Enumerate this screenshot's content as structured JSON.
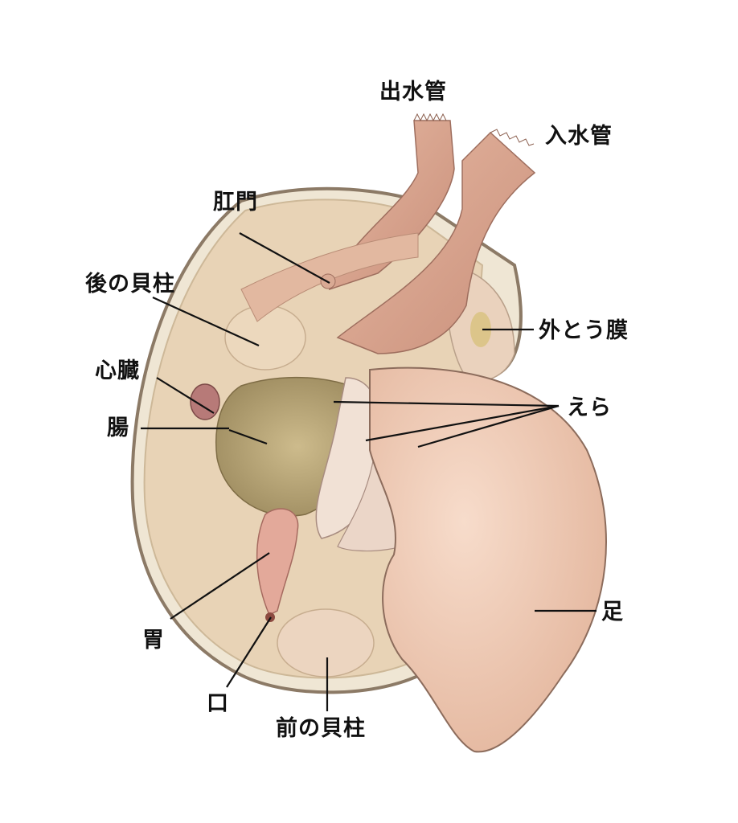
{
  "diagram": {
    "subject": "bivalve clam internal anatomy",
    "labels": {
      "excurrent_siphon": "出水管",
      "incurrent_siphon": "入水管",
      "anus": "肛門",
      "posterior_adductor": "後の貝柱",
      "mantle": "外とう膜",
      "heart": "心臓",
      "gills": "えら",
      "intestine": "腸",
      "stomach": "胃",
      "foot": "足",
      "mouth": "口",
      "anterior_adductor": "前の貝柱"
    },
    "colors": {
      "background": "#ffffff",
      "shell_edge": "#8c7a66",
      "shell_inner": "#efe6d4",
      "mantle": "#e9c9b0",
      "siphon": "#dca890",
      "muscle": "#e6cdb4",
      "foot": "#f0cdb6",
      "viscera": "#b8a478",
      "heart": "#b77a78",
      "gill": "#ecd8cb",
      "leader_line": "#111111"
    }
  }
}
